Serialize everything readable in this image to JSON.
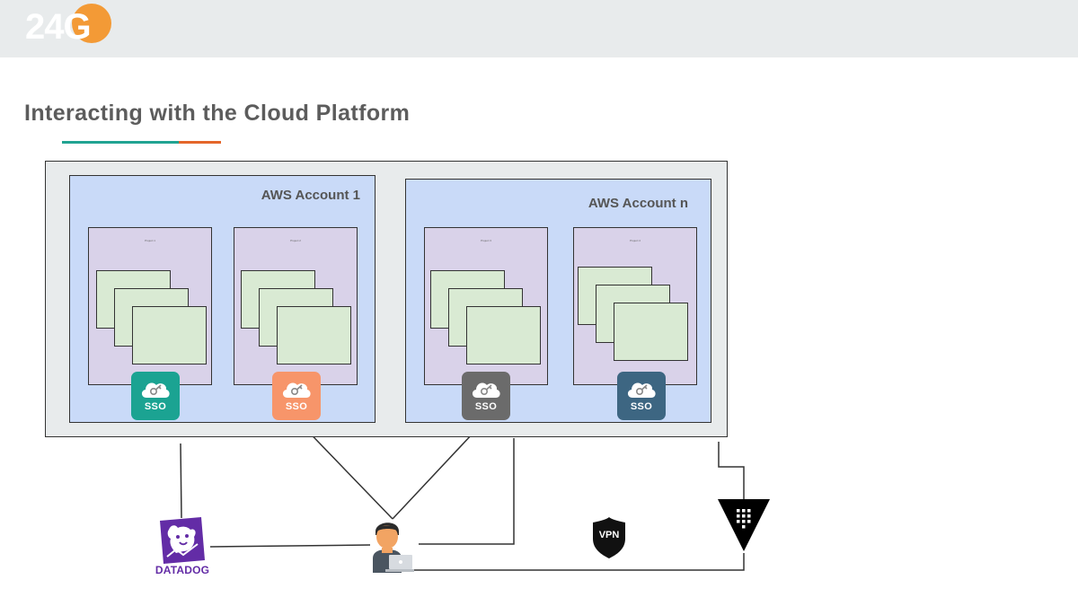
{
  "logo": {
    "text": "24G",
    "accent_color": "#f39a36"
  },
  "slide": {
    "title": "Interacting with the Cloud Platform"
  },
  "accounts": [
    {
      "title": "AWS Account 1",
      "projects": [
        {
          "label": "Project 1",
          "sso": {
            "label": "SSO",
            "color": "#1ba392"
          }
        },
        {
          "label": "Project 2",
          "sso": {
            "label": "SSO",
            "color": "#f7956a"
          }
        }
      ]
    },
    {
      "title": "AWS Account n",
      "projects": [
        {
          "label": "Project 3",
          "sso": {
            "label": "SSO",
            "color": "#6b6b6b"
          }
        },
        {
          "label": "Project 4",
          "sso": {
            "label": "SSO",
            "color": "#3d6682"
          }
        }
      ]
    }
  ],
  "tools": {
    "datadog": {
      "label": "DATADOG",
      "icon": "datadog-dog-icon",
      "color": "#632ca6"
    },
    "user": {
      "icon": "developer-with-laptop-icon"
    },
    "vpn": {
      "label": "VPN",
      "icon": "vpn-shield-icon"
    },
    "vault": {
      "icon": "hashicorp-vault-icon"
    }
  }
}
